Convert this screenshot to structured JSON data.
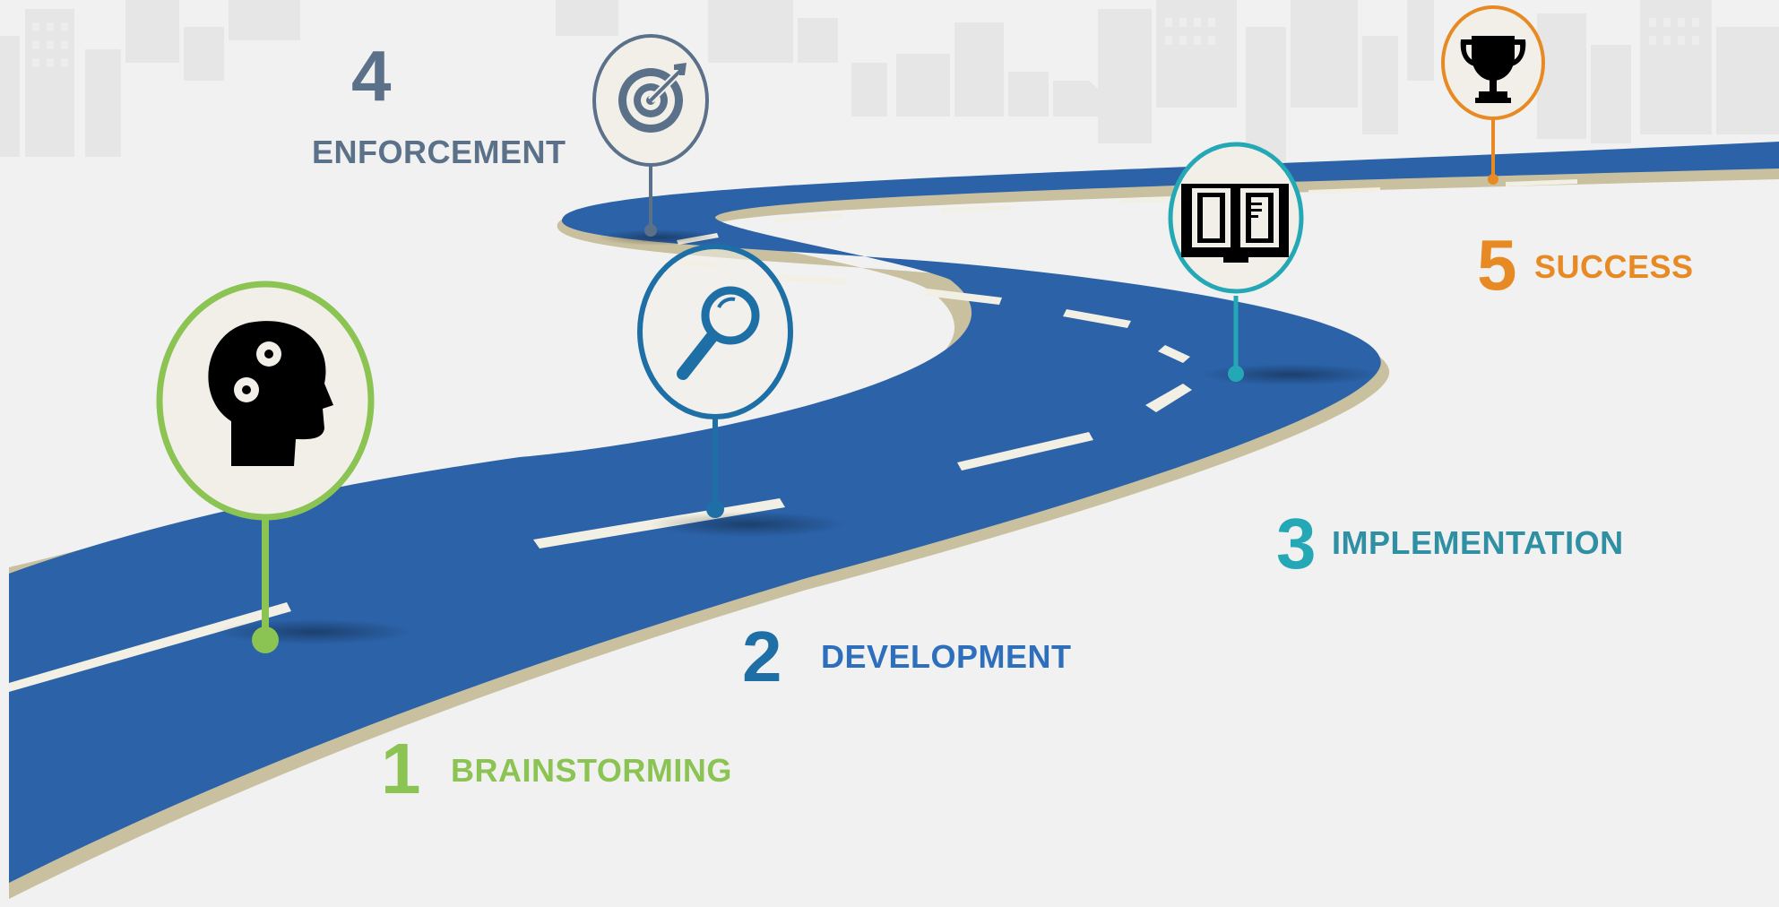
{
  "colors": {
    "background": "#f1f1f1",
    "skyline": "#e7e7e7",
    "road": "#2b62a8",
    "road_edge": "#c9c0a0",
    "lane_marking": "#f2efe4",
    "badge_fill": "#f1efe8"
  },
  "steps": [
    {
      "number": "1",
      "label": "BRAINSTORMING",
      "color": "#8bc453",
      "icon": "head-gears-icon"
    },
    {
      "number": "2",
      "label": "DEVELOPMENT",
      "color": "#1d6fa5",
      "label_color": "#2e6fbd",
      "icon": "magnifier-icon"
    },
    {
      "number": "3",
      "label": "IMPLEMENTATION",
      "color": "#25a8b6",
      "label_color": "#2f8fa3",
      "icon": "open-book-icon"
    },
    {
      "number": "4",
      "label": "ENFORCEMENT",
      "color": "#5b7189",
      "icon": "target-icon"
    },
    {
      "number": "5",
      "label": "SUCCESS",
      "color": "#e88a23",
      "icon": "trophy-icon"
    }
  ]
}
